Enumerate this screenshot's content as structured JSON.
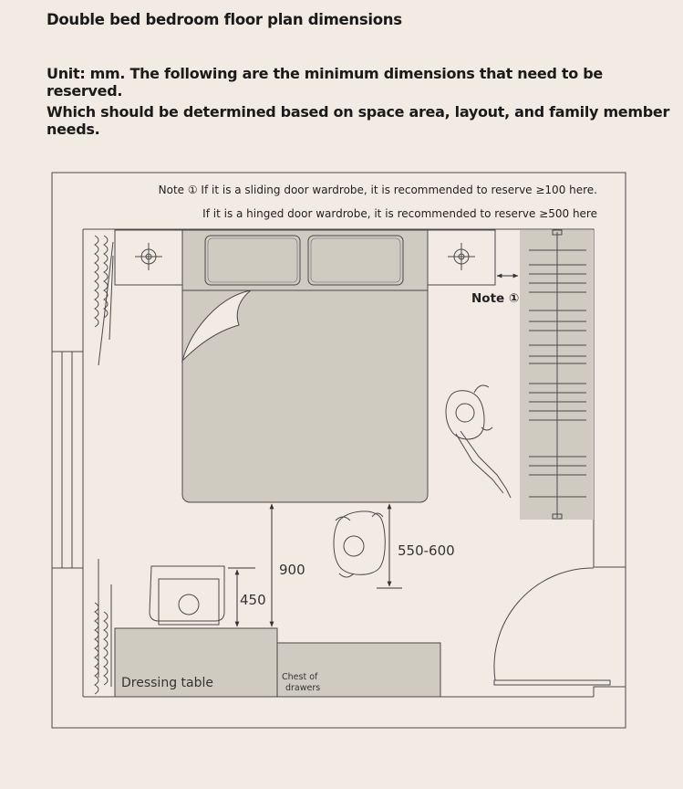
{
  "header": {
    "title": "Double bed bedroom floor plan dimensions",
    "line1": "Unit: mm. The following are the minimum dimensions that need to be reserved.",
    "line2": "Which should be determined based on space area, layout, and family member needs."
  },
  "notes": {
    "note_line1": "Note ① If it is a sliding door wardrobe, it is recommended to reserve ≥100 here.",
    "note_line2": "If it is a hinged door wardrobe, it is recommended to reserve ≥500 here",
    "note_marker": "Note ①"
  },
  "dimensions": {
    "bed_to_dresser": "900",
    "chair_depth": "450",
    "bed_to_person": "550-600"
  },
  "furniture": {
    "dressing_table": "Dressing table",
    "chest_line1": "Chest of",
    "chest_line2": "drawers"
  },
  "colors": {
    "background": "#f1ebe4",
    "furniture_fill": "#cfcbc1",
    "line": "#3a3a3a"
  }
}
